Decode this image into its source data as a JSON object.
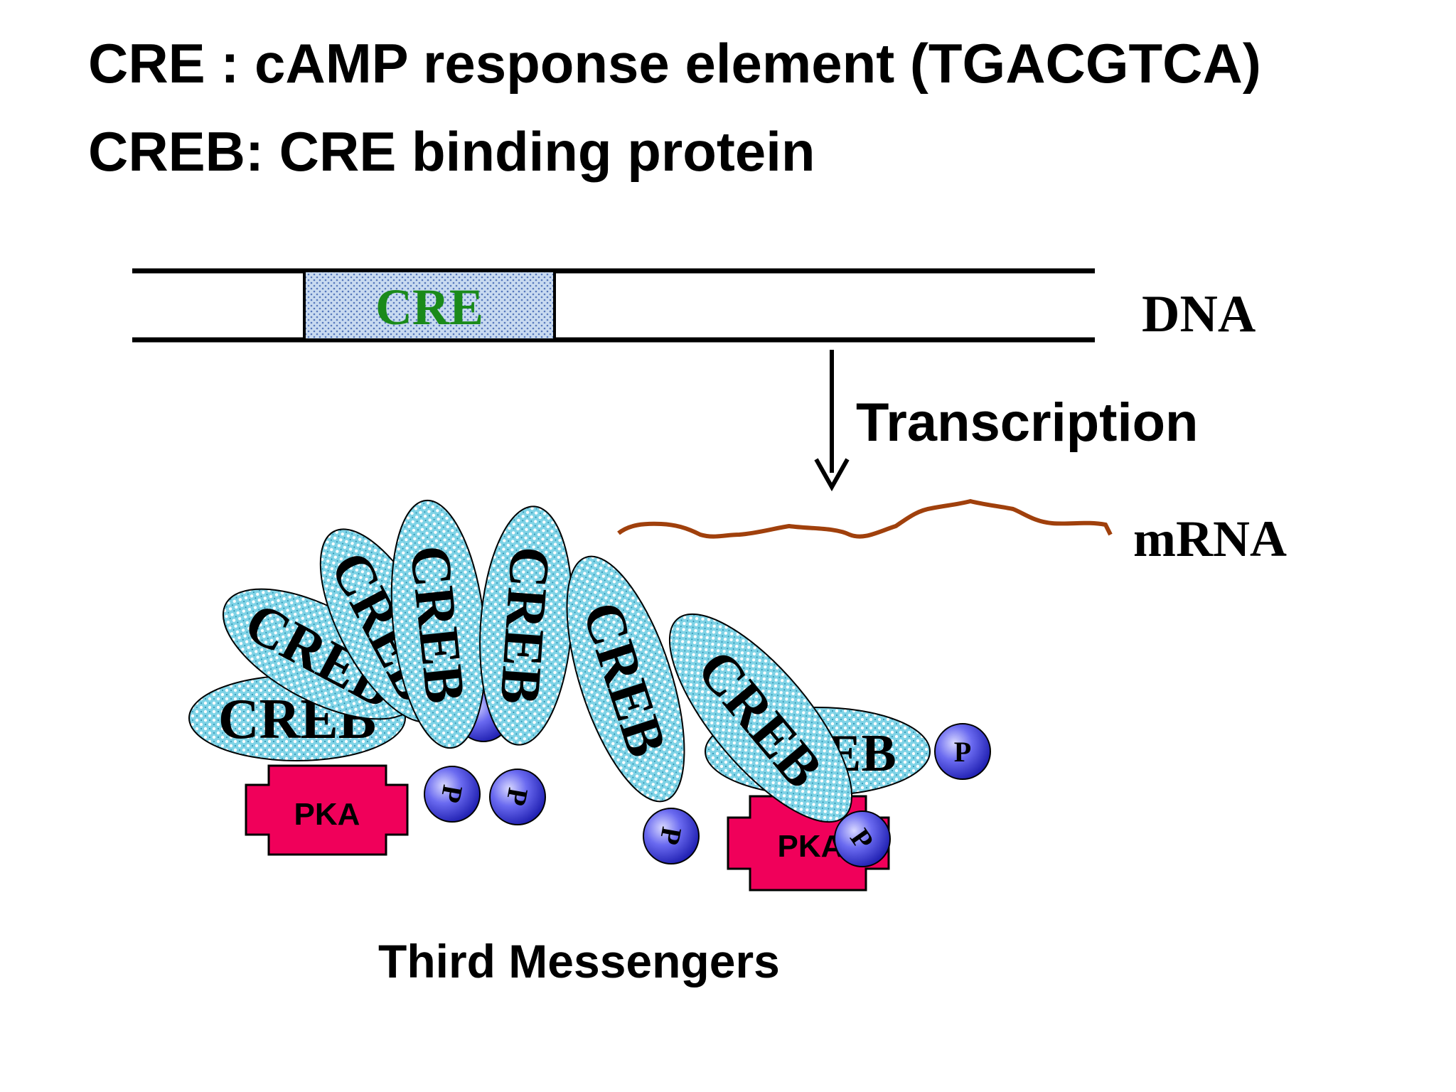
{
  "heading": {
    "line1": "CRE : cAMP response element (TGACGTCA)",
    "line2": "CREB: CRE binding protein"
  },
  "diagram": {
    "cre_box_label": "CRE",
    "dna_label": "DNA",
    "transcription_label": "Transcription",
    "mrna_label": "mRNA",
    "creb_label": "CREB",
    "creb_partial_label": "EB",
    "pka_label": "PKA",
    "phosphate_label": "P",
    "caption": "Third Messengers"
  },
  "colors": {
    "creb_fill": "#7fd3e6",
    "cre_text": "#1a8a1a",
    "mrna": "#a0400c",
    "pka_fill": "#f0005a",
    "phosphate_fill": "#4a4ae8"
  }
}
